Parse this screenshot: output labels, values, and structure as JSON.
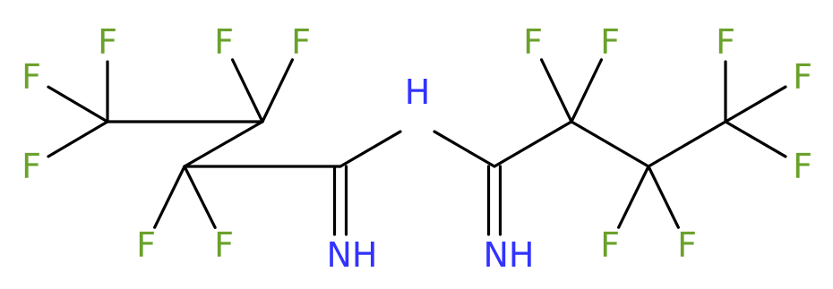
{
  "colors": {
    "bond": "#000000",
    "F": "#6aa12b",
    "N": "#3232ff",
    "background": "#ffffff"
  },
  "atoms": [
    {
      "id": "F1",
      "text": "F",
      "element": "F"
    },
    {
      "id": "F2",
      "text": "F",
      "element": "F"
    },
    {
      "id": "F3",
      "text": "F",
      "element": "F"
    },
    {
      "id": "F4",
      "text": "F",
      "element": "F"
    },
    {
      "id": "F5",
      "text": "F",
      "element": "F"
    },
    {
      "id": "F6",
      "text": "F",
      "element": "F"
    },
    {
      "id": "F7",
      "text": "F",
      "element": "F"
    },
    {
      "id": "N1",
      "text": "NH",
      "element": "N"
    },
    {
      "id": "N2",
      "text": "H",
      "element": "N"
    },
    {
      "id": "N3",
      "text": "NH",
      "element": "N"
    },
    {
      "id": "F8",
      "text": "F",
      "element": "F"
    },
    {
      "id": "F9",
      "text": "F",
      "element": "F"
    },
    {
      "id": "F10",
      "text": "F",
      "element": "F"
    },
    {
      "id": "F11",
      "text": "F",
      "element": "F"
    },
    {
      "id": "F12",
      "text": "F",
      "element": "F"
    },
    {
      "id": "F13",
      "text": "F",
      "element": "F"
    },
    {
      "id": "F14",
      "text": "F",
      "element": "F"
    }
  ],
  "bonds": [
    {
      "from": "C1",
      "to": "F1",
      "order": 1
    },
    {
      "from": "C1",
      "to": "F2",
      "order": 1
    },
    {
      "from": "C1",
      "to": "F3",
      "order": 1
    },
    {
      "from": "C1",
      "to": "C2",
      "order": 1
    },
    {
      "from": "C2",
      "to": "F6",
      "order": 1
    },
    {
      "from": "C2",
      "to": "F7",
      "order": 1
    },
    {
      "from": "C2",
      "to": "C3",
      "order": 1
    },
    {
      "from": "C3",
      "to": "F4",
      "order": 1
    },
    {
      "from": "C3",
      "to": "F5",
      "order": 1
    },
    {
      "from": "C3",
      "to": "C4",
      "order": 1
    },
    {
      "from": "C4",
      "to": "N1",
      "order": 2
    },
    {
      "from": "C4",
      "to": "N2",
      "order": 1
    },
    {
      "from": "N2",
      "to": "C5",
      "order": 1
    },
    {
      "from": "C5",
      "to": "N3",
      "order": 2
    },
    {
      "from": "C5",
      "to": "C6",
      "order": 1
    },
    {
      "from": "C6",
      "to": "F8",
      "order": 1
    },
    {
      "from": "C6",
      "to": "F9",
      "order": 1
    },
    {
      "from": "C6",
      "to": "C7",
      "order": 1
    },
    {
      "from": "C7",
      "to": "F10",
      "order": 1
    },
    {
      "from": "C7",
      "to": "F11",
      "order": 1
    },
    {
      "from": "C7",
      "to": "C8",
      "order": 1
    },
    {
      "from": "C8",
      "to": "F12",
      "order": 1
    },
    {
      "from": "C8",
      "to": "F13",
      "order": 1
    },
    {
      "from": "C8",
      "to": "F14",
      "order": 1
    }
  ]
}
